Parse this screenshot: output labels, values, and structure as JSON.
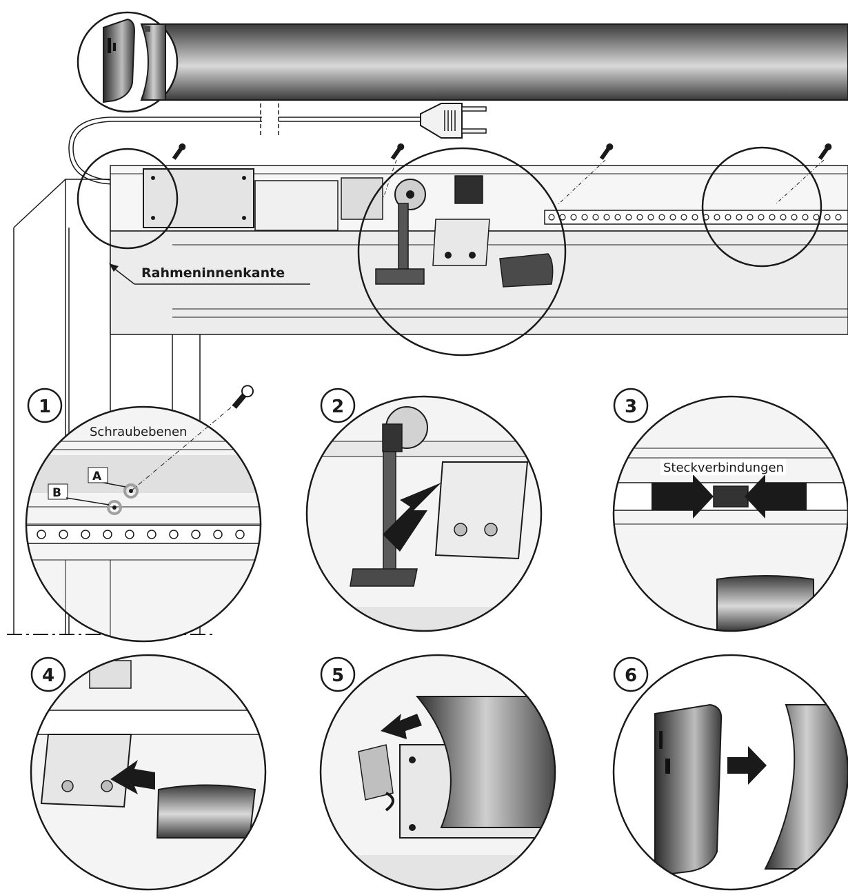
{
  "labels": {
    "frame_inner_edge": "Rahmeninnenkante",
    "screw_levels": "Schraubebenen",
    "plug_connections": "Steckverbindungen",
    "level_a": "A",
    "level_b": "B"
  },
  "steps": [
    "1",
    "2",
    "3",
    "4",
    "5",
    "6"
  ],
  "colors": {
    "line": "#1a1a1a",
    "cover_dark": "#4a4a4a",
    "cover_light": "#d9d9d9",
    "panel": "#f2f2f2",
    "arrow": "#1a1a1a"
  }
}
